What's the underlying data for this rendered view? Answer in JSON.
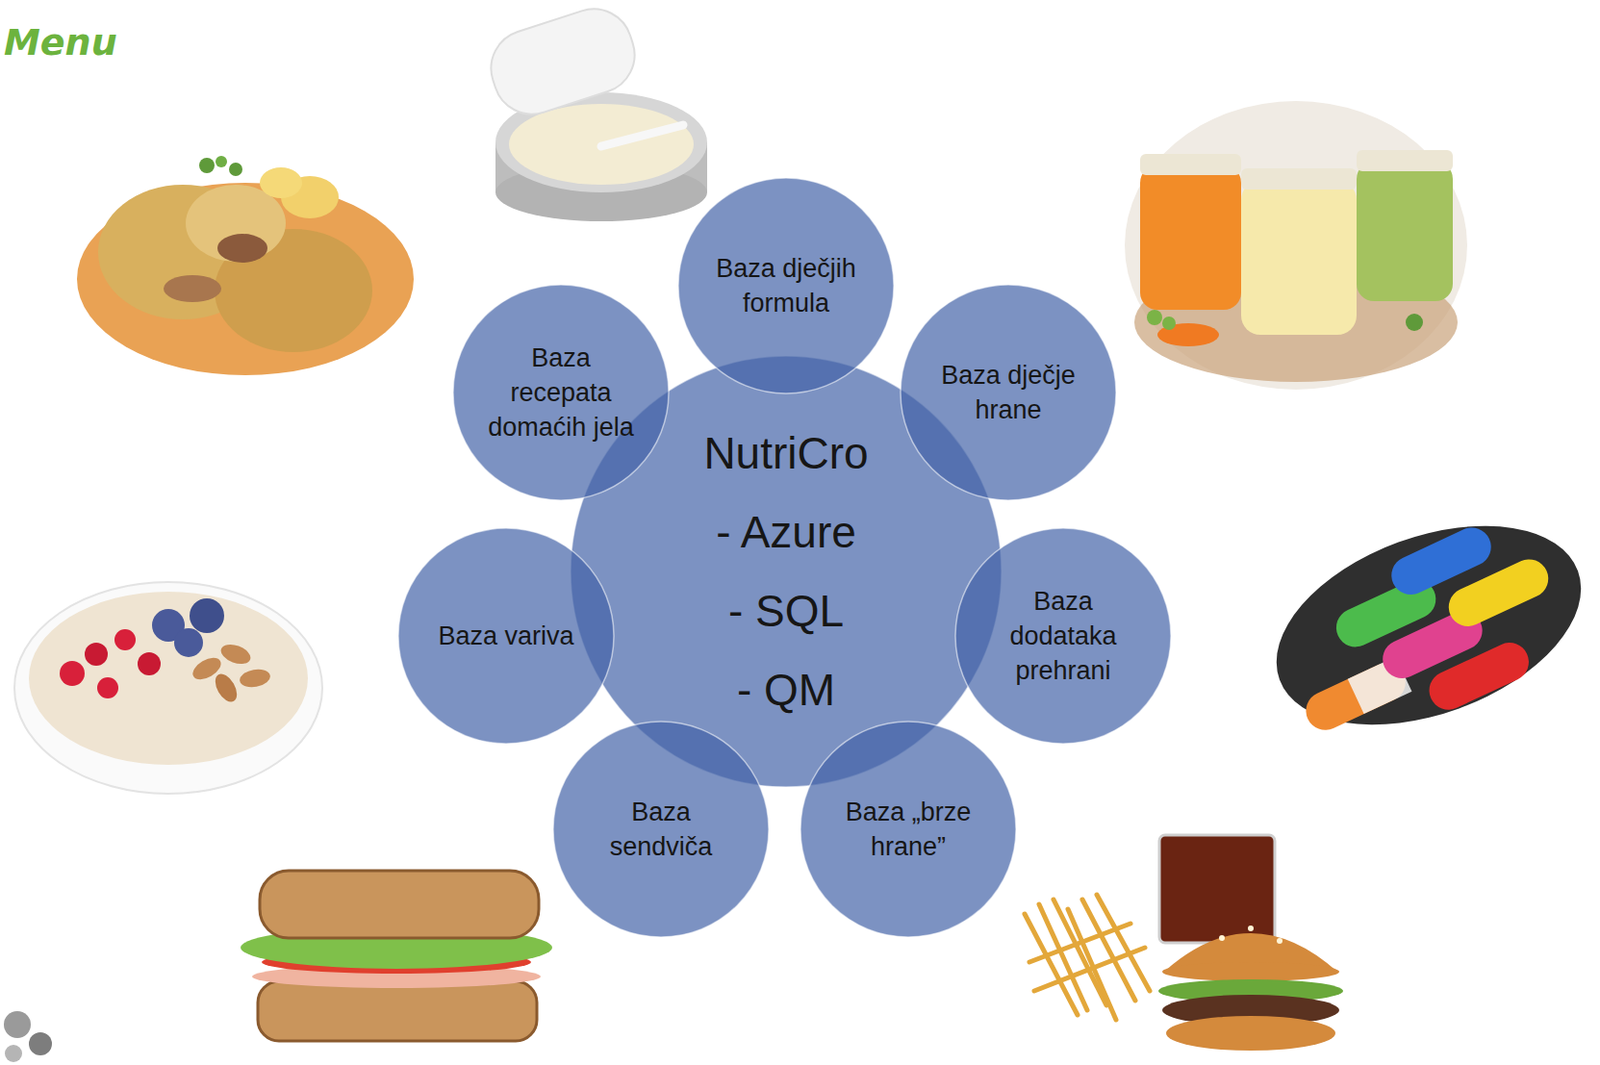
{
  "diagram": {
    "nodes": [
      {
        "text": [
          "NutriCro",
          "- Azure",
          "- SQL",
          "- QM"
        ]
      },
      {
        "text": [
          "Baza dječjih formula"
        ]
      },
      {
        "text": [
          "Baza dječje hrane"
        ]
      },
      {
        "text": [
          "Baza dodataka prehrani"
        ]
      },
      {
        "text": [
          "Baza „brze hrane”"
        ]
      },
      {
        "text": [
          "Baza sendviča"
        ]
      },
      {
        "text": [
          "Baza variva"
        ]
      },
      {
        "text": [
          "Baza recepata domaćih jela"
        ]
      }
    ],
    "labels": [
      "Menu"
    ]
  }
}
